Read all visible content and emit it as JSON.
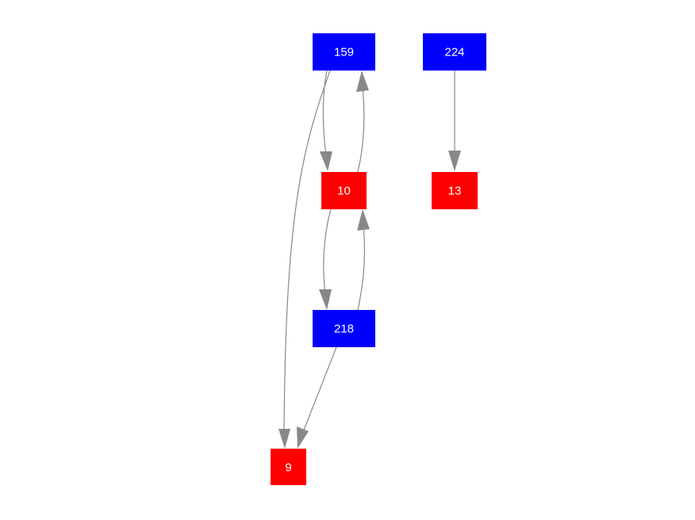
{
  "colors": {
    "blue": "#0000ff",
    "red": "#ff0000",
    "edge": "#888888"
  },
  "nodes": [
    {
      "id": "159",
      "label": "159",
      "color": "blue"
    },
    {
      "id": "224",
      "label": "224",
      "color": "blue"
    },
    {
      "id": "10",
      "label": "10",
      "color": "red"
    },
    {
      "id": "13",
      "label": "13",
      "color": "red"
    },
    {
      "id": "218",
      "label": "218",
      "color": "blue"
    },
    {
      "id": "9",
      "label": "9",
      "color": "red"
    }
  ],
  "edges": [
    {
      "from": "159",
      "to": "10"
    },
    {
      "from": "10",
      "to": "159"
    },
    {
      "from": "10",
      "to": "218"
    },
    {
      "from": "218",
      "to": "10"
    },
    {
      "from": "159",
      "to": "9"
    },
    {
      "from": "218",
      "to": "9"
    },
    {
      "from": "224",
      "to": "13"
    }
  ]
}
